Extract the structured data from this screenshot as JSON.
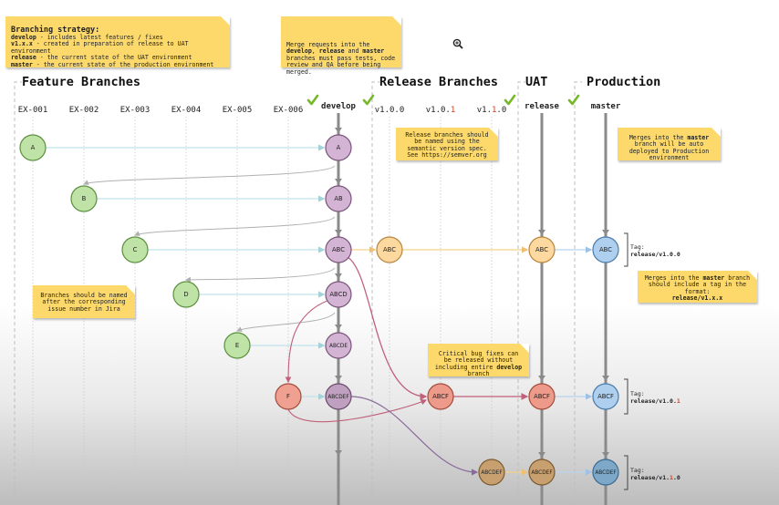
{
  "notes": {
    "strategy": {
      "title": "Branching strategy:",
      "lines": [
        {
          "k": "develop",
          "t": " - includes latest features / fixes"
        },
        {
          "k": "v1.x.x",
          "t": " - created in preparation of release to UAT environment"
        },
        {
          "k": "release",
          "t": " - the current state of the UAT environment"
        },
        {
          "k": "master",
          "t": " - the current state of the production environment"
        }
      ]
    },
    "merge_requests": {
      "p1": "Merge requests into the ",
      "k1": "develop",
      "p2": ",",
      "k2": "release",
      "p3": " and ",
      "k3": "master",
      "p4": " branches must pass tests, code review and QA before being merged."
    },
    "semver": "Release branches should be named using the semantic version spec. See https://semver.org",
    "prod_deploy": {
      "p1": "Merges into the ",
      "k1": "master",
      "p2": " branch will be auto deployed to Production environment"
    },
    "tag_format": {
      "p1": "Merges into the ",
      "k1": "master",
      "p2": " branch should include a tag in the format:",
      "k2": "release/v1.x.x"
    },
    "feature_naming": "Branches should be named after the corresponding issue number in Jira",
    "hotfix": {
      "p1": "Critical bug fixes can be released without including entire ",
      "k1": "develop",
      "p2": " branch"
    }
  },
  "headers": {
    "feature": "Feature Branches",
    "release": "Release Branches",
    "uat": "UAT",
    "production": "Production"
  },
  "columns": {
    "ex001": "EX-001",
    "ex002": "EX-002",
    "ex003": "EX-003",
    "ex004": "EX-004",
    "ex005": "EX-005",
    "ex006": "EX-006",
    "develop": "develop",
    "v100": "v1.0.0",
    "v101": {
      "a": "v1.0.",
      "b": "1"
    },
    "v110": {
      "a": "v1.",
      "b": "1",
      "c": ".0"
    },
    "release": "release",
    "master": "master"
  },
  "tags": [
    {
      "label": "Tag:",
      "a": "release/v1.0.0",
      "b": "",
      "c": ""
    },
    {
      "label": "Tag:",
      "a": "release/v1.0.",
      "b": "1",
      "c": ""
    },
    {
      "label": "Tag:",
      "a": "release/v1.",
      "b": "1",
      "c": ".0"
    }
  ],
  "commits": [
    {
      "id": "f-a",
      "label": "A",
      "col": "ex001",
      "row": 0,
      "fill": "#bfe3a6",
      "stroke": "#5b8f3e"
    },
    {
      "id": "f-b",
      "label": "B",
      "col": "ex002",
      "row": 1,
      "fill": "#bfe3a6",
      "stroke": "#5b8f3e"
    },
    {
      "id": "f-c",
      "label": "C",
      "col": "ex003",
      "row": 2,
      "fill": "#bfe3a6",
      "stroke": "#5b8f3e"
    },
    {
      "id": "f-d",
      "label": "D",
      "col": "ex004",
      "row": 3,
      "fill": "#bfe3a6",
      "stroke": "#5b8f3e"
    },
    {
      "id": "f-e",
      "label": "E",
      "col": "ex005",
      "row": 4,
      "fill": "#bfe3a6",
      "stroke": "#5b8f3e"
    },
    {
      "id": "f-f",
      "label": "F",
      "col": "ex006",
      "row": 5,
      "fill": "#f0a090",
      "stroke": "#a04d3c"
    },
    {
      "id": "d-a",
      "label": "A",
      "col": "develop",
      "row": 0,
      "fill": "#d4b4d4",
      "stroke": "#7a557a"
    },
    {
      "id": "d-ab",
      "label": "AB",
      "col": "develop",
      "row": 1,
      "fill": "#d4b4d4",
      "stroke": "#7a557a"
    },
    {
      "id": "d-abc",
      "label": "ABC",
      "col": "develop",
      "row": 2,
      "fill": "#d4b4d4",
      "stroke": "#7a557a"
    },
    {
      "id": "d-abcd",
      "label": "ABCD",
      "col": "develop",
      "row": 3,
      "fill": "#d4b4d4",
      "stroke": "#7a557a"
    },
    {
      "id": "d-abcde",
      "label": "ABCDE",
      "col": "develop",
      "row": 4,
      "fill": "#d4b4d4",
      "stroke": "#7a557a"
    },
    {
      "id": "d-abcdef",
      "label": "ABCDEF",
      "col": "develop",
      "row": 5,
      "fill": "#c0a0c0",
      "stroke": "#6a4a6a"
    },
    {
      "id": "r100",
      "label": "ABC",
      "col": "v100",
      "row": 2,
      "fill": "#fdd9a0",
      "stroke": "#b7853e"
    },
    {
      "id": "r101",
      "label": "ABCF",
      "col": "v101",
      "row": 5,
      "fill": "#ee9a8a",
      "stroke": "#a04d3c"
    },
    {
      "id": "r110",
      "label": "ABCDEF",
      "col": "v110",
      "row": 6,
      "fill": "#c8a070",
      "stroke": "#7a5a30"
    },
    {
      "id": "u1",
      "label": "ABC",
      "col": "release",
      "row": 2,
      "fill": "#fdd9a0",
      "stroke": "#b7853e"
    },
    {
      "id": "u2",
      "label": "ABCF",
      "col": "release",
      "row": 5,
      "fill": "#ee9a8a",
      "stroke": "#a04d3c"
    },
    {
      "id": "u3",
      "label": "ABCDEF",
      "col": "release",
      "row": 6,
      "fill": "#c8a070",
      "stroke": "#7a5a30"
    },
    {
      "id": "p1",
      "label": "ABC",
      "col": "master",
      "row": 2,
      "fill": "#aed0ee",
      "stroke": "#4a7aa8"
    },
    {
      "id": "p2",
      "label": "ABCF",
      "col": "master",
      "row": 5,
      "fill": "#aed0ee",
      "stroke": "#4a7aa8"
    },
    {
      "id": "p3",
      "label": "ABCDEF",
      "col": "master",
      "row": 6,
      "fill": "#7ea8c8",
      "stroke": "#3a6a90"
    }
  ],
  "colors": {
    "merge_line": "#bfe4ec",
    "release_line": "#f5d088",
    "prod_line": "#b6d3ee",
    "hotfix_line": "#c0607a",
    "branch_line": "#8a8a8a",
    "check": "#76b82a",
    "note": "#fcd96a"
  }
}
